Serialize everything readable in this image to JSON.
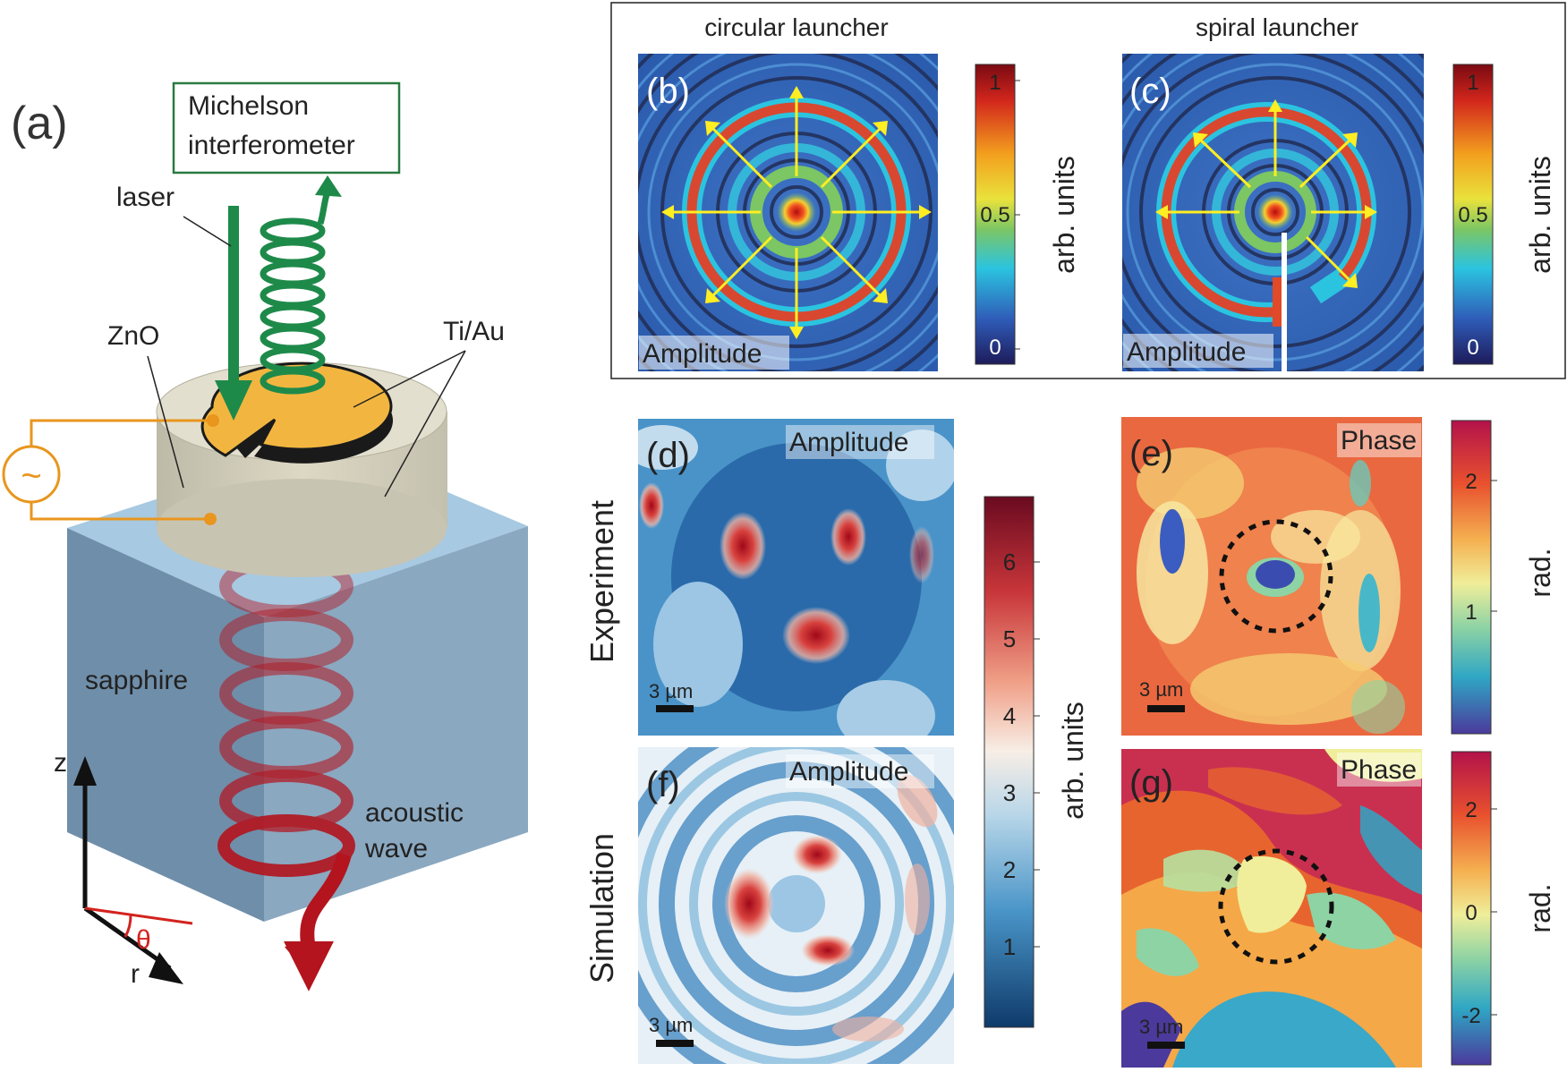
{
  "panel_a": {
    "label": "(a)",
    "box_title_line1": "Michelson",
    "box_title_line2": "interferometer",
    "laser": "laser",
    "zno": "ZnO",
    "tiau": "Ti/Au",
    "source_symbol": "~",
    "sapphire": "sapphire",
    "acoustic_line1": "acoustic",
    "acoustic_line2": "wave",
    "axis_z": "z",
    "axis_r": "r",
    "axis_theta": "θ"
  },
  "top_group": {
    "title_left": "circular launcher",
    "title_right": "spiral launcher"
  },
  "panel_b": {
    "label": "(b)",
    "tag": "Amplitude"
  },
  "panel_c": {
    "label": "(c)",
    "tag": "Amplitude"
  },
  "panel_d": {
    "label": "(d)",
    "tag": "Amplitude",
    "scalebar": "3 µm"
  },
  "panel_e": {
    "label": "(e)",
    "tag": "Phase",
    "scalebar": "3 µm"
  },
  "panel_f": {
    "label": "(f)",
    "tag": "Amplitude",
    "scalebar": "3 µm"
  },
  "panel_g": {
    "label": "(g)",
    "tag": "Phase",
    "scalebar": "3 µm"
  },
  "row_labels": {
    "experiment": "Experiment",
    "simulation": "Simulation"
  },
  "colorbar_jet": {
    "ticks": [
      "1",
      "0.5",
      "0"
    ],
    "unit": "arb. units"
  },
  "colorbar_rdbu": {
    "ticks": [
      "6",
      "5",
      "4",
      "3",
      "2",
      "1"
    ],
    "unit": "arb. units"
  },
  "colorbar_phase_e": {
    "ticks": [
      "2",
      "1"
    ],
    "unit": "rad."
  },
  "colorbar_phase_g": {
    "ticks": [
      "2",
      "0",
      "-2"
    ],
    "unit": "rad."
  },
  "colors": {
    "arrow_yellow": "#ffee22",
    "helix_green": "#1e8a4a",
    "helix_red": "#b3141e",
    "gold": "#f2b640",
    "box_border": "#2a7a40",
    "wire_orange": "#e8961e",
    "sapphire_face": "#6c8ca8"
  }
}
